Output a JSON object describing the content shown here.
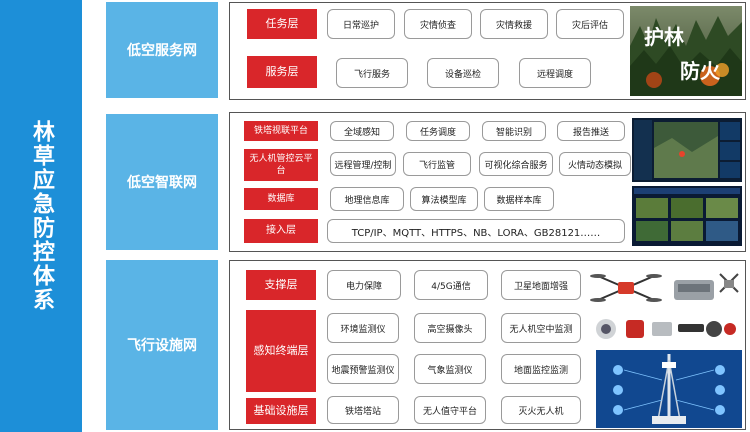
{
  "title": "林草应急防控体系",
  "sections": {
    "service": {
      "label": "低空服务网",
      "rows": [
        {
          "layer": "任务层",
          "items": [
            "日常巡护",
            "灾情侦查",
            "灾情救援",
            "灾后评估"
          ]
        },
        {
          "layer": "服务层",
          "items": [
            "飞行服务",
            "设备巡检",
            "远程调度"
          ]
        }
      ],
      "image_text": "护林防火"
    },
    "smart": {
      "label": "低空智联网",
      "rows": [
        {
          "layer": "铁塔视联平台",
          "items": [
            "全域感知",
            "任务调度",
            "智能识别",
            "报告推送"
          ]
        },
        {
          "layer": "无人机管控云平台",
          "items": [
            "远程管理/控制",
            "飞行监管",
            "可视化综合服务",
            "火情动态模拟"
          ]
        },
        {
          "layer": "数据库",
          "items": [
            "地理信息库",
            "算法模型库",
            "数据样本库"
          ]
        },
        {
          "layer": "接入层",
          "items": [
            "TCP/IP、MQTT、HTTPS、NB、LORA、GB28121……"
          ]
        }
      ]
    },
    "facility": {
      "label": "飞行设施网",
      "support": {
        "layer": "支撑层",
        "items": [
          "电力保障",
          "4/5G通信",
          "卫星地面增强"
        ]
      },
      "sensing": {
        "layer": "感知终端层",
        "items": [
          "环境监测仪",
          "高空摄像头",
          "无人机空中监测",
          "地震预警监测仪",
          "气象监测仪",
          "地面监控监测"
        ]
      },
      "base": {
        "layer": "基础设施层",
        "items": [
          "铁塔塔站",
          "无人值守平台",
          "灭火无人机"
        ]
      }
    }
  },
  "colors": {
    "title_bg": "#1d8fd8",
    "section_bg": "#5ab4e6",
    "layer_bg": "#d9262a"
  }
}
